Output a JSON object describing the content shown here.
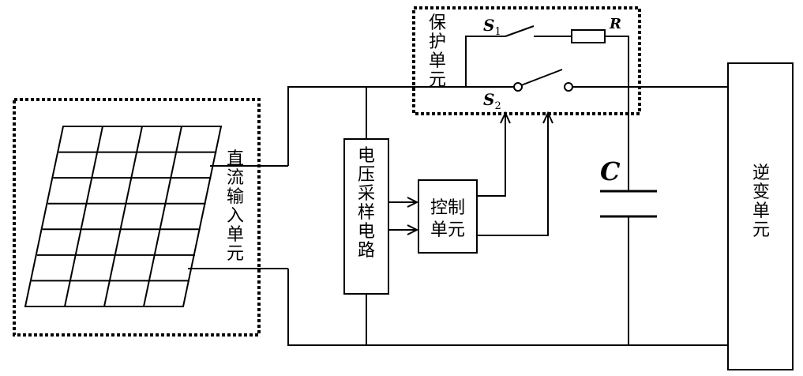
{
  "labels": {
    "protection_unit": "保\n护\n单\n元",
    "dc_input_unit": "直\n流\n输\n入\n单\n元",
    "voltage_sampling_circuit": "电\n压\n采\n样\n电\n路",
    "control_unit": "控制\n单元",
    "inverter_unit": "逆\n变\n单\n元"
  },
  "components": {
    "switch_s1": {
      "letter": "S",
      "subscript": "1"
    },
    "switch_s2": {
      "letter": "S",
      "subscript": "2"
    },
    "resistor": "R",
    "capacitor": "C"
  },
  "colors": {
    "ink": "#000000",
    "background": "#ffffff"
  }
}
